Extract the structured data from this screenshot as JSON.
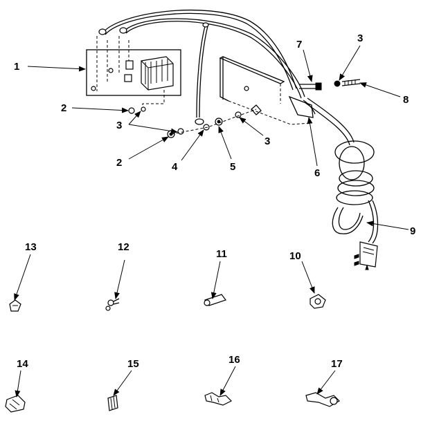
{
  "callouts": {
    "c1": "1",
    "c2a": "2",
    "c2b": "2",
    "c3a": "3",
    "c3b": "3",
    "c3c": "3",
    "c4": "4",
    "c5": "5",
    "c6": "6",
    "c7": "7",
    "c8": "8",
    "c9": "9",
    "c10": "10",
    "c11": "11",
    "c12": "12",
    "c13": "13",
    "c14": "14",
    "c15": "15",
    "c16": "16",
    "c17": "17"
  }
}
